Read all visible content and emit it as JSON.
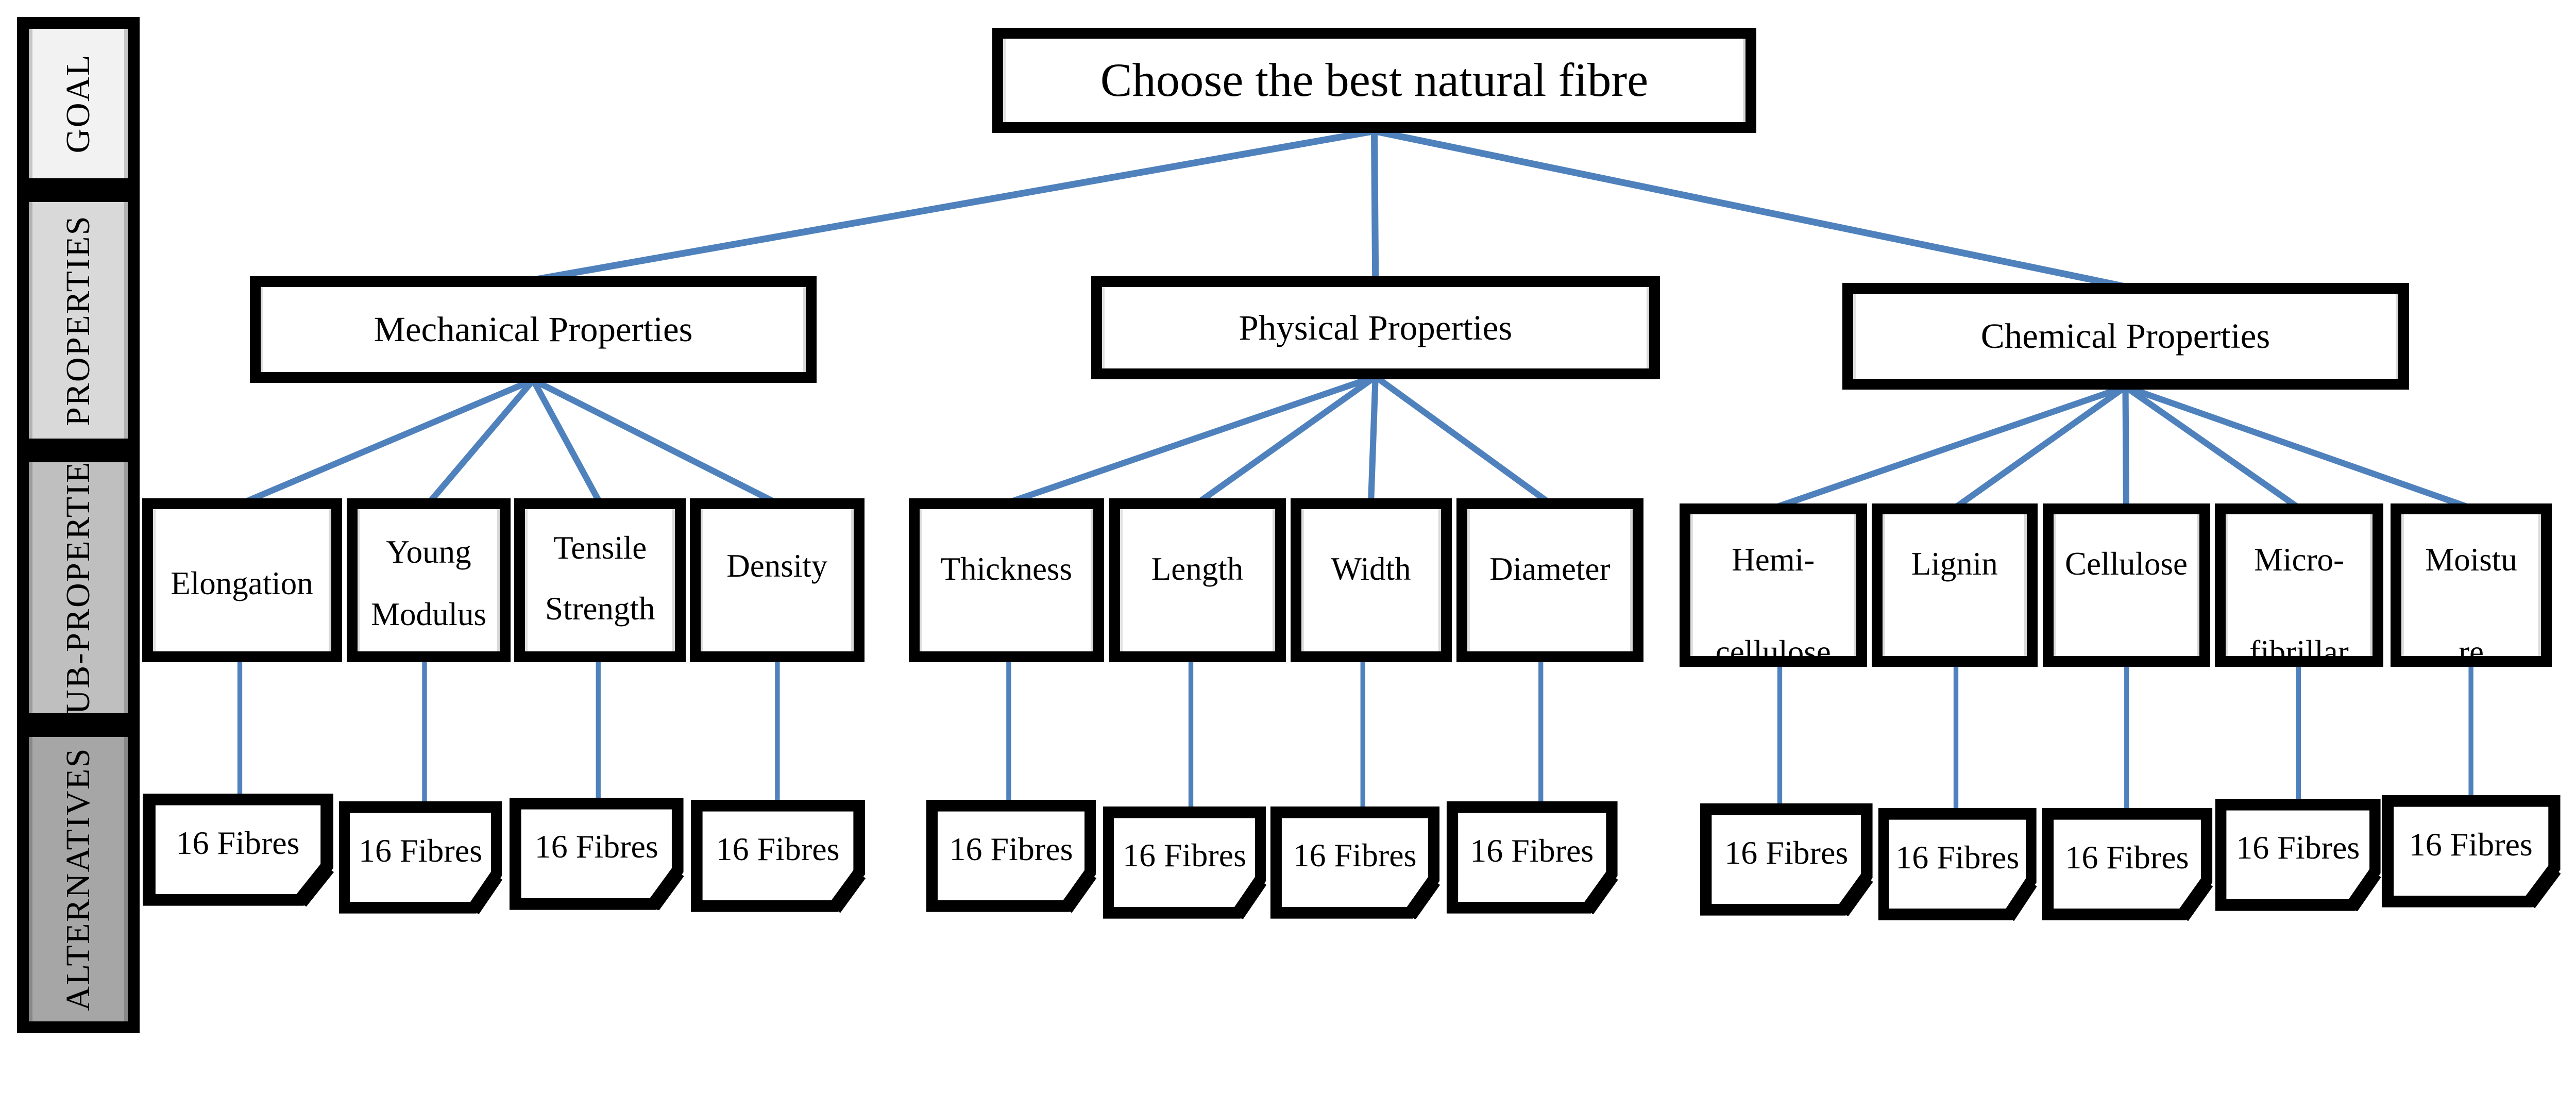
{
  "title": "Choose the best natural fibre",
  "sidebar": {
    "items": [
      {
        "label": "GOAL",
        "fill": "#f2f2f2"
      },
      {
        "label": "PROPERTIES",
        "fill": "#d9d9d9"
      },
      {
        "label": "SUB-PROPERTIES",
        "fill": "#bfbfbf"
      },
      {
        "label": "ALTERNATIVES",
        "fill": "#a6a6a6"
      }
    ]
  },
  "groups": [
    {
      "property": "Mechanical Properties",
      "sub_properties": [
        {
          "lines": [
            "Elongation"
          ]
        },
        {
          "lines": [
            "Young",
            "Modulus"
          ]
        },
        {
          "lines": [
            "Tensile",
            "Strength"
          ]
        },
        {
          "lines": [
            "Density"
          ]
        }
      ],
      "alternatives": [
        "16 Fibres",
        "16 Fibres",
        "16 Fibres",
        "16 Fibres"
      ]
    },
    {
      "property": "Physical Properties",
      "sub_properties": [
        {
          "lines": [
            "Thickness"
          ]
        },
        {
          "lines": [
            "Length"
          ]
        },
        {
          "lines": [
            "Width"
          ]
        },
        {
          "lines": [
            "Diameter"
          ]
        }
      ],
      "alternatives": [
        "16 Fibres",
        "16 Fibres",
        "16 Fibres",
        "16 Fibres"
      ]
    },
    {
      "property": "Chemical Properties",
      "sub_properties": [
        {
          "lines": [
            "Hemi-",
            "cellulose"
          ]
        },
        {
          "lines": [
            "Lignin"
          ]
        },
        {
          "lines": [
            "Cellulose"
          ]
        },
        {
          "lines": [
            "Micro-",
            "fibrillar"
          ]
        },
        {
          "lines": [
            "Moistu",
            "re"
          ]
        }
      ],
      "alternatives": [
        "16 Fibres",
        "16 Fibres",
        "16 Fibres",
        "16 Fibres",
        "16 Fibres"
      ]
    }
  ],
  "colors": {
    "connector": "#4f81bd",
    "border": "#000000",
    "box_fill": "#ffffff"
  }
}
